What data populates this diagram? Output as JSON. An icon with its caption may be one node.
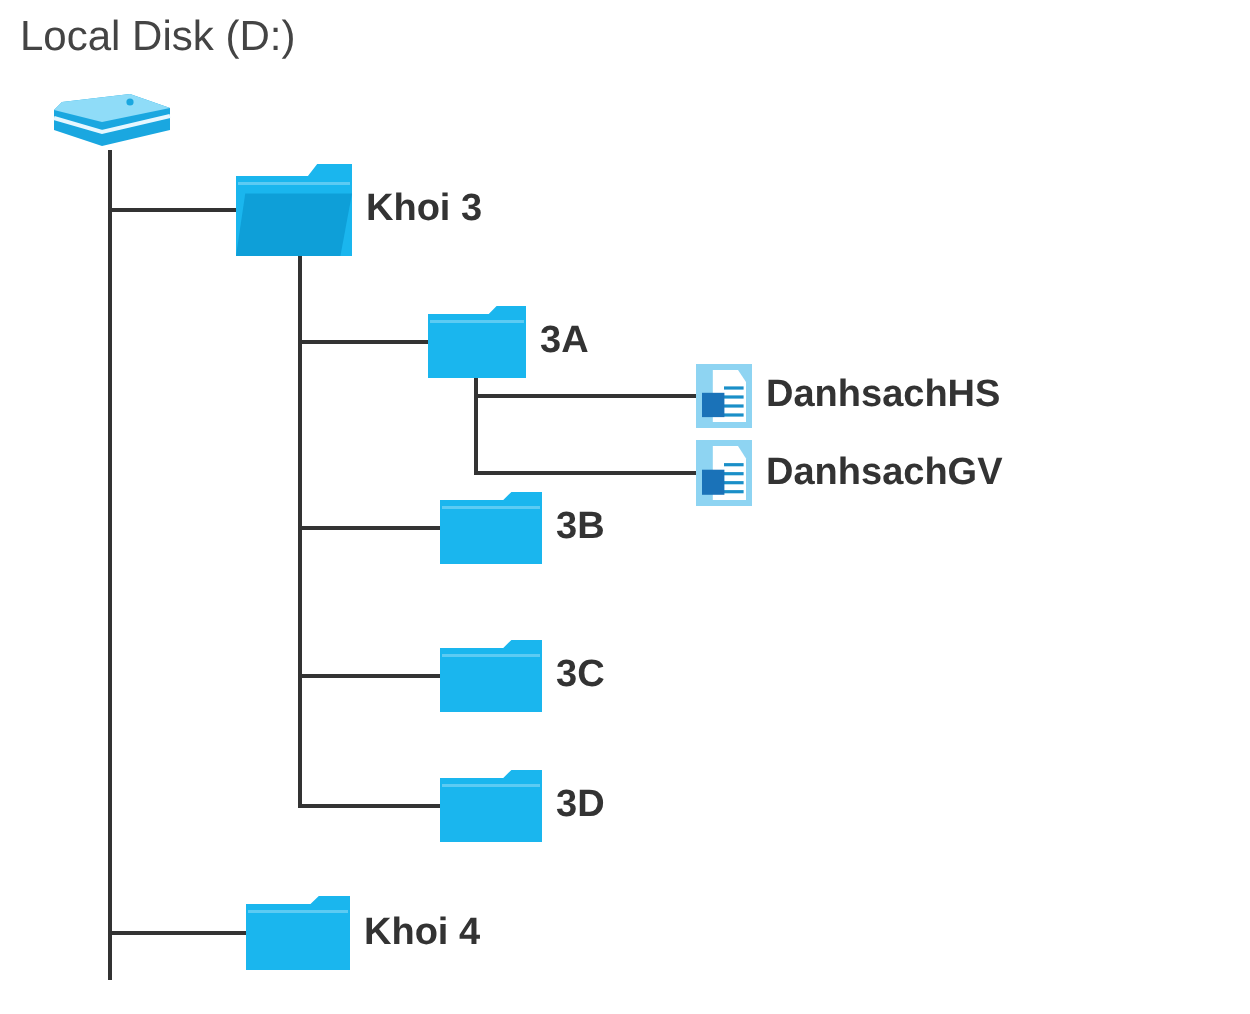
{
  "diagram": {
    "nodes": [
      {
        "text": [
          "Local Disk (D:)"
        ]
      },
      {
        "text": [
          "Khoi 3"
        ]
      },
      {
        "text": [
          "3A"
        ]
      },
      {
        "text": [
          "DanhsachHS"
        ]
      },
      {
        "text": [
          "DanhsachGV"
        ]
      },
      {
        "text": [
          "3B"
        ]
      },
      {
        "text": [
          "3C"
        ]
      },
      {
        "text": [
          "3D"
        ]
      },
      {
        "text": [
          "Khoi 4"
        ]
      }
    ],
    "edges": [
      {
        "from": 0,
        "to": 1,
        "arrow": "none"
      },
      {
        "from": 1,
        "to": 2,
        "arrow": "none"
      },
      {
        "from": 2,
        "to": 3,
        "arrow": "none"
      },
      {
        "from": 2,
        "to": 4,
        "arrow": "none"
      },
      {
        "from": 1,
        "to": 5,
        "arrow": "none"
      },
      {
        "from": 1,
        "to": 6,
        "arrow": "none"
      },
      {
        "from": 1,
        "to": 7,
        "arrow": "none"
      },
      {
        "from": 0,
        "to": 8,
        "arrow": "none"
      }
    ]
  }
}
